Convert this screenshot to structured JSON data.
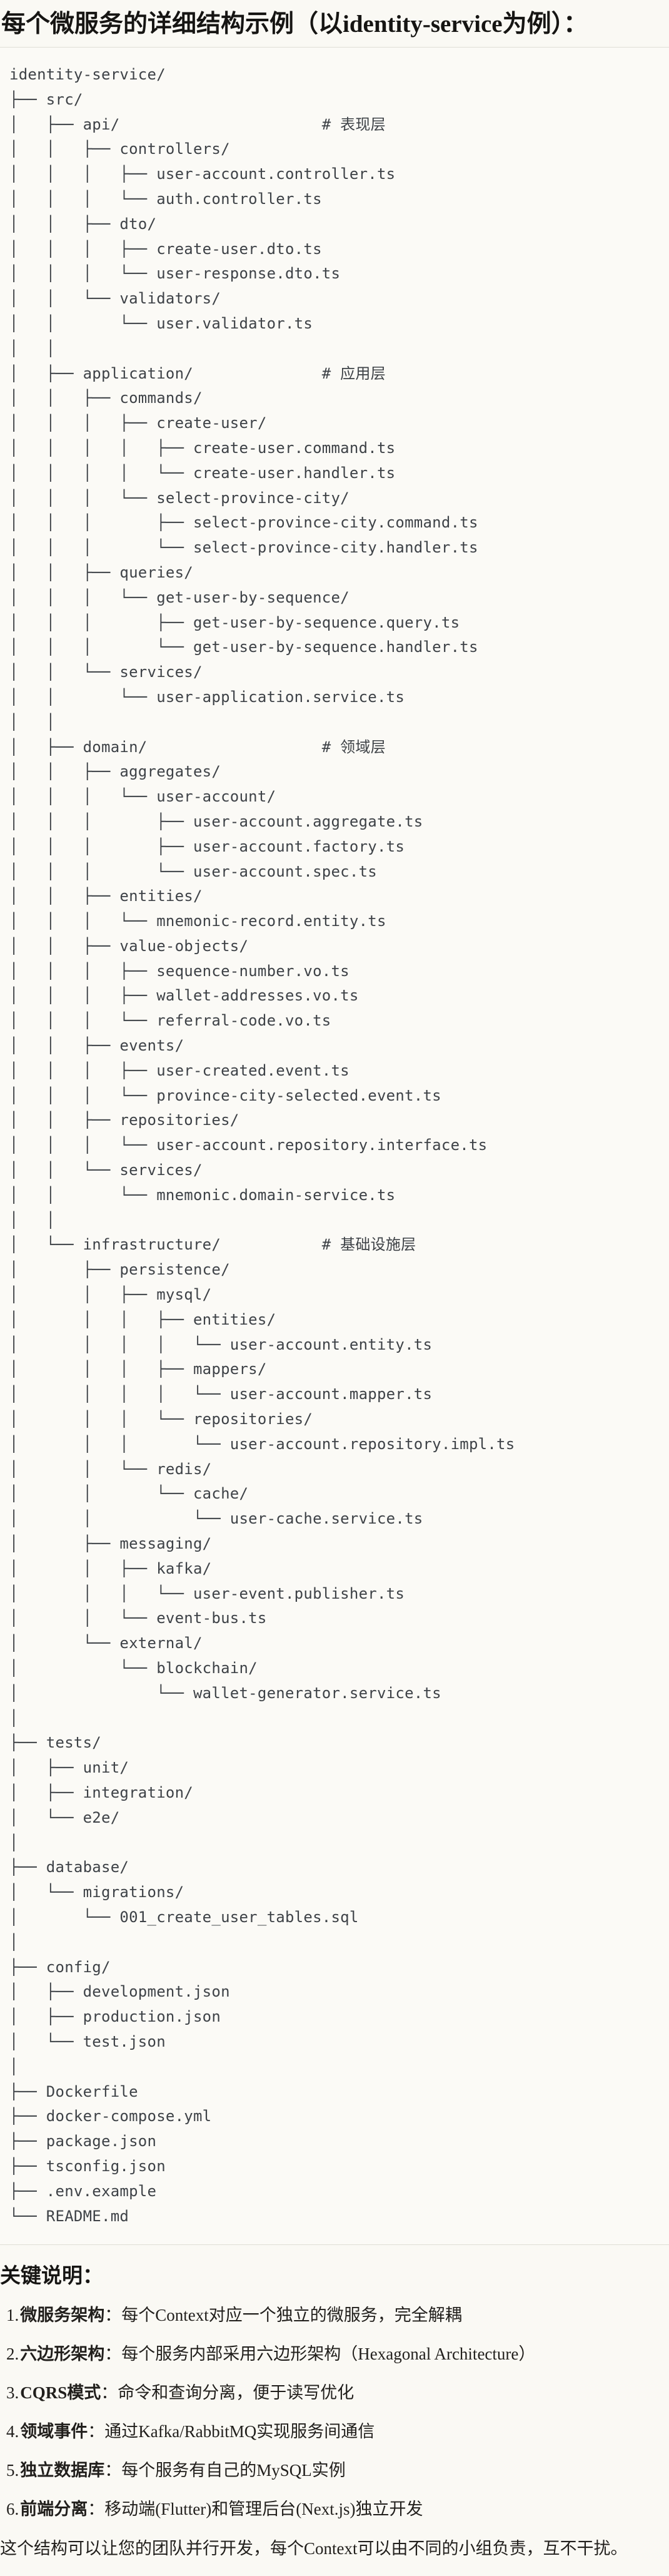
{
  "page": {
    "title": "每个微服务的详细结构示例（以identity-service为例）："
  },
  "code_block": {
    "tree": "identity-service/\n├── src/\n│   ├── api/                      # 表现层\n│   │   ├── controllers/\n│   │   │   ├── user-account.controller.ts\n│   │   │   └── auth.controller.ts\n│   │   ├── dto/\n│   │   │   ├── create-user.dto.ts\n│   │   │   └── user-response.dto.ts\n│   │   └── validators/\n│   │       └── user.validator.ts\n│   │\n│   ├── application/              # 应用层\n│   │   ├── commands/\n│   │   │   ├── create-user/\n│   │   │   │   ├── create-user.command.ts\n│   │   │   │   └── create-user.handler.ts\n│   │   │   └── select-province-city/\n│   │   │       ├── select-province-city.command.ts\n│   │   │       └── select-province-city.handler.ts\n│   │   ├── queries/\n│   │   │   └── get-user-by-sequence/\n│   │   │       ├── get-user-by-sequence.query.ts\n│   │   │       └── get-user-by-sequence.handler.ts\n│   │   └── services/\n│   │       └── user-application.service.ts\n│   │\n│   ├── domain/                   # 领域层\n│   │   ├── aggregates/\n│   │   │   └── user-account/\n│   │   │       ├── user-account.aggregate.ts\n│   │   │       ├── user-account.factory.ts\n│   │   │       └── user-account.spec.ts\n│   │   ├── entities/\n│   │   │   └── mnemonic-record.entity.ts\n│   │   ├── value-objects/\n│   │   │   ├── sequence-number.vo.ts\n│   │   │   ├── wallet-addresses.vo.ts\n│   │   │   └── referral-code.vo.ts\n│   │   ├── events/\n│   │   │   ├── user-created.event.ts\n│   │   │   └── province-city-selected.event.ts\n│   │   ├── repositories/\n│   │   │   └── user-account.repository.interface.ts\n│   │   └── services/\n│   │       └── mnemonic.domain-service.ts\n│   │\n│   └── infrastructure/           # 基础设施层\n│       ├── persistence/\n│       │   ├── mysql/\n│       │   │   ├── entities/\n│       │   │   │   └── user-account.entity.ts\n│       │   │   ├── mappers/\n│       │   │   │   └── user-account.mapper.ts\n│       │   │   └── repositories/\n│       │   │       └── user-account.repository.impl.ts\n│       │   └── redis/\n│       │       └── cache/\n│       │           └── user-cache.service.ts\n│       ├── messaging/\n│       │   ├── kafka/\n│       │   │   └── user-event.publisher.ts\n│       │   └── event-bus.ts\n│       └── external/\n│           └── blockchain/\n│               └── wallet-generator.service.ts\n│\n├── tests/\n│   ├── unit/\n│   ├── integration/\n│   └── e2e/\n│\n├── database/\n│   └── migrations/\n│       └── 001_create_user_tables.sql\n│\n├── config/\n│   ├── development.json\n│   ├── production.json\n│   └── test.json\n│\n├── Dockerfile\n├── docker-compose.yml\n├── package.json\n├── tsconfig.json\n├── .env.example\n└── README.md"
  },
  "notes": {
    "heading": "关键说明：",
    "items": [
      {
        "num": "1.",
        "label": "微服务架构",
        "text": "：每个Context对应一个独立的微服务，完全解耦"
      },
      {
        "num": "2.",
        "label": "六边形架构",
        "text": "：每个服务内部采用六边形架构（Hexagonal Architecture）"
      },
      {
        "num": "3.",
        "label": "CQRS模式",
        "text": "：命令和查询分离，便于读写优化"
      },
      {
        "num": "4.",
        "label": "领域事件",
        "text": "：通过Kafka/RabbitMQ实现服务间通信"
      },
      {
        "num": "5.",
        "label": "独立数据库",
        "text": "：每个服务有自己的MySQL实例"
      },
      {
        "num": "6.",
        "label": "前端分离",
        "text": "：移动端(Flutter)和管理后台(Next.js)独立开发"
      }
    ],
    "closing": "这个结构可以让您的团队并行开发，每个Context可以由不同的小组负责，互不干扰。"
  },
  "colors": {
    "background": "#FAF9F4",
    "code_block_background": "#FBFAF6",
    "code_block_border": "#E0DED6",
    "code_text": "#3E4247",
    "body_text": "#211F1C",
    "title_text": "#161513"
  }
}
